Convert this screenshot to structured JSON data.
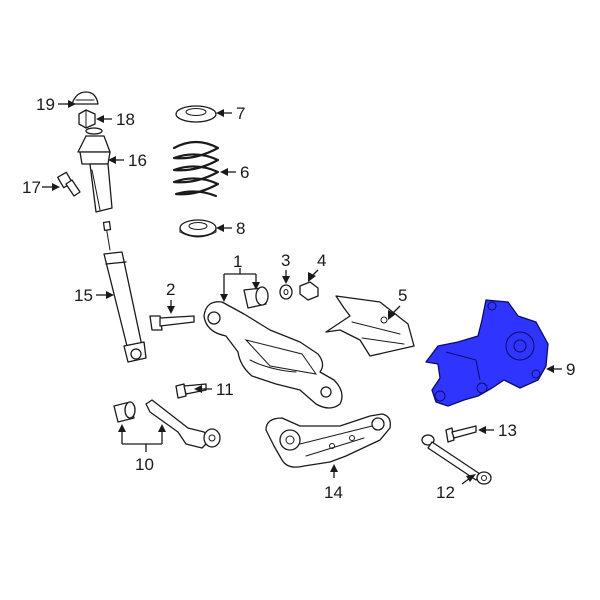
{
  "highlight_color": "#2f35ff",
  "callouts": {
    "c1": "1",
    "c2": "2",
    "c3": "3",
    "c4": "4",
    "c5": "5",
    "c6": "6",
    "c7": "7",
    "c8": "8",
    "c9": "9",
    "c10": "10",
    "c11": "11",
    "c12": "12",
    "c13": "13",
    "c14": "14",
    "c15": "15",
    "c16": "16",
    "c17": "17",
    "c18": "18",
    "c19": "19"
  },
  "highlighted_part": "9"
}
